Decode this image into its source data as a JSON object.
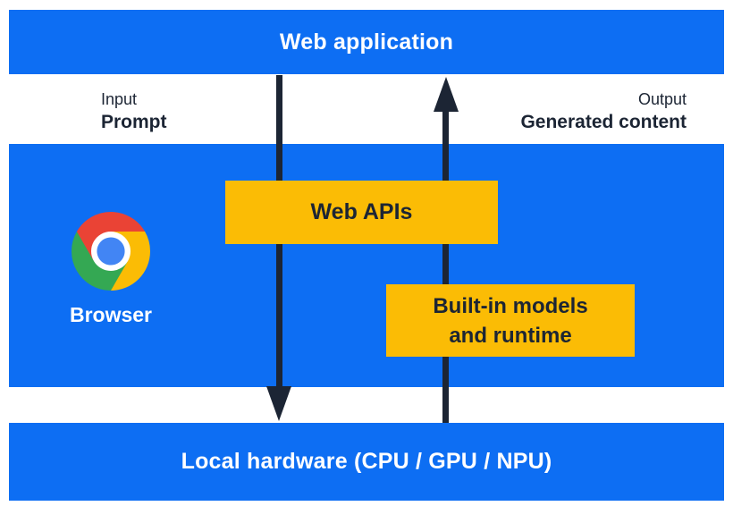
{
  "colors": {
    "band_blue": "#0d6ef3",
    "box_yellow": "#fbbc05",
    "arrow_dark": "#1c2534",
    "text_light": "#ffffff",
    "chrome_red": "#ea4335",
    "chrome_green": "#34a853",
    "chrome_yellow": "#fbbc05",
    "chrome_blue": "#4285f4"
  },
  "diagram": {
    "web_application_bar": {
      "label": "Web application"
    },
    "io_labels": {
      "input": {
        "caption": "Input",
        "value": "Prompt"
      },
      "output": {
        "caption": "Output",
        "value": "Generated content"
      }
    },
    "browser_section": {
      "browser": {
        "icon": "chrome-icon",
        "label": "Browser"
      },
      "web_apis_box": {
        "label": "Web APIs"
      },
      "builtin_models_box": {
        "line1": "Built-in models",
        "line2": "and runtime"
      }
    },
    "local_hardware_bar": {
      "label": "Local hardware (CPU / GPU / NPU)"
    },
    "arrows": [
      {
        "name": "input-prompt-arrow",
        "direction": "down"
      },
      {
        "name": "output-generated-content-arrow",
        "direction": "up"
      }
    ]
  }
}
